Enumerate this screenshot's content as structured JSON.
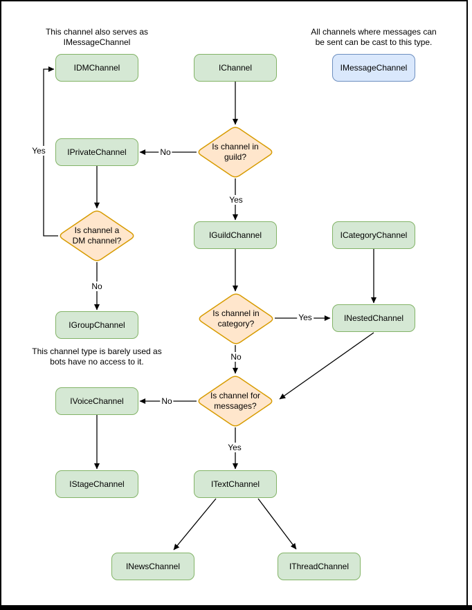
{
  "diagram": {
    "annotations": {
      "dm_note": "This channel also serves as\nIMessageChannel",
      "message_note": "All channels where messages can\nbe sent can be cast to this type.",
      "group_note": "This channel type is barely used as\nbots have no access to it."
    },
    "nodes": {
      "idm": "IDMChannel",
      "ichannel": "IChannel",
      "imessage": "IMessageChannel",
      "iprivate": "IPrivateChannel",
      "iguild": "IGuildChannel",
      "icategory": "ICategoryChannel",
      "inested": "INestedChannel",
      "igroup": "IGroupChannel",
      "ivoice": "IVoiceChannel",
      "istage": "IStageChannel",
      "itext": "ITextChannel",
      "inews": "INewsChannel",
      "ithread": "IThreadChannel"
    },
    "decisions": {
      "guild": "Is channel in\nguild?",
      "dm": "Is channel a\nDM channel?",
      "category": "Is channel in\ncategory?",
      "messages": "Is channel for\nmessages?"
    },
    "edges": [
      {
        "from": "IChannel",
        "to": "Is channel in guild?",
        "label": ""
      },
      {
        "from": "Is channel in guild?",
        "to": "IPrivateChannel",
        "label": "No"
      },
      {
        "from": "Is channel in guild?",
        "to": "IGuildChannel",
        "label": "Yes"
      },
      {
        "from": "IPrivateChannel",
        "to": "Is channel a DM channel?",
        "label": ""
      },
      {
        "from": "Is channel a DM channel?",
        "to": "IDMChannel",
        "label": "Yes"
      },
      {
        "from": "Is channel a DM channel?",
        "to": "IGroupChannel",
        "label": "No"
      },
      {
        "from": "IGuildChannel",
        "to": "Is channel in category?",
        "label": ""
      },
      {
        "from": "Is channel in category?",
        "to": "INestedChannel",
        "label": "Yes"
      },
      {
        "from": "ICategoryChannel",
        "to": "INestedChannel",
        "label": ""
      },
      {
        "from": "Is channel in category?",
        "to": "Is channel for messages?",
        "label": "No"
      },
      {
        "from": "INestedChannel",
        "to": "Is channel for messages?",
        "label": ""
      },
      {
        "from": "Is channel for messages?",
        "to": "IVoiceChannel",
        "label": "No"
      },
      {
        "from": "Is channel for messages?",
        "to": "ITextChannel",
        "label": "Yes"
      },
      {
        "from": "IVoiceChannel",
        "to": "IStageChannel",
        "label": ""
      },
      {
        "from": "ITextChannel",
        "to": "INewsChannel",
        "label": ""
      },
      {
        "from": "ITextChannel",
        "to": "IThreadChannel",
        "label": ""
      }
    ],
    "colors": {
      "node_fill": "#d5e8d4",
      "node_border": "#82b366",
      "message_fill": "#dae8fc",
      "message_border": "#6c8ebf",
      "decision_fill": "#ffe6cc",
      "decision_border": "#d79b00",
      "arrow": "#000000"
    }
  }
}
